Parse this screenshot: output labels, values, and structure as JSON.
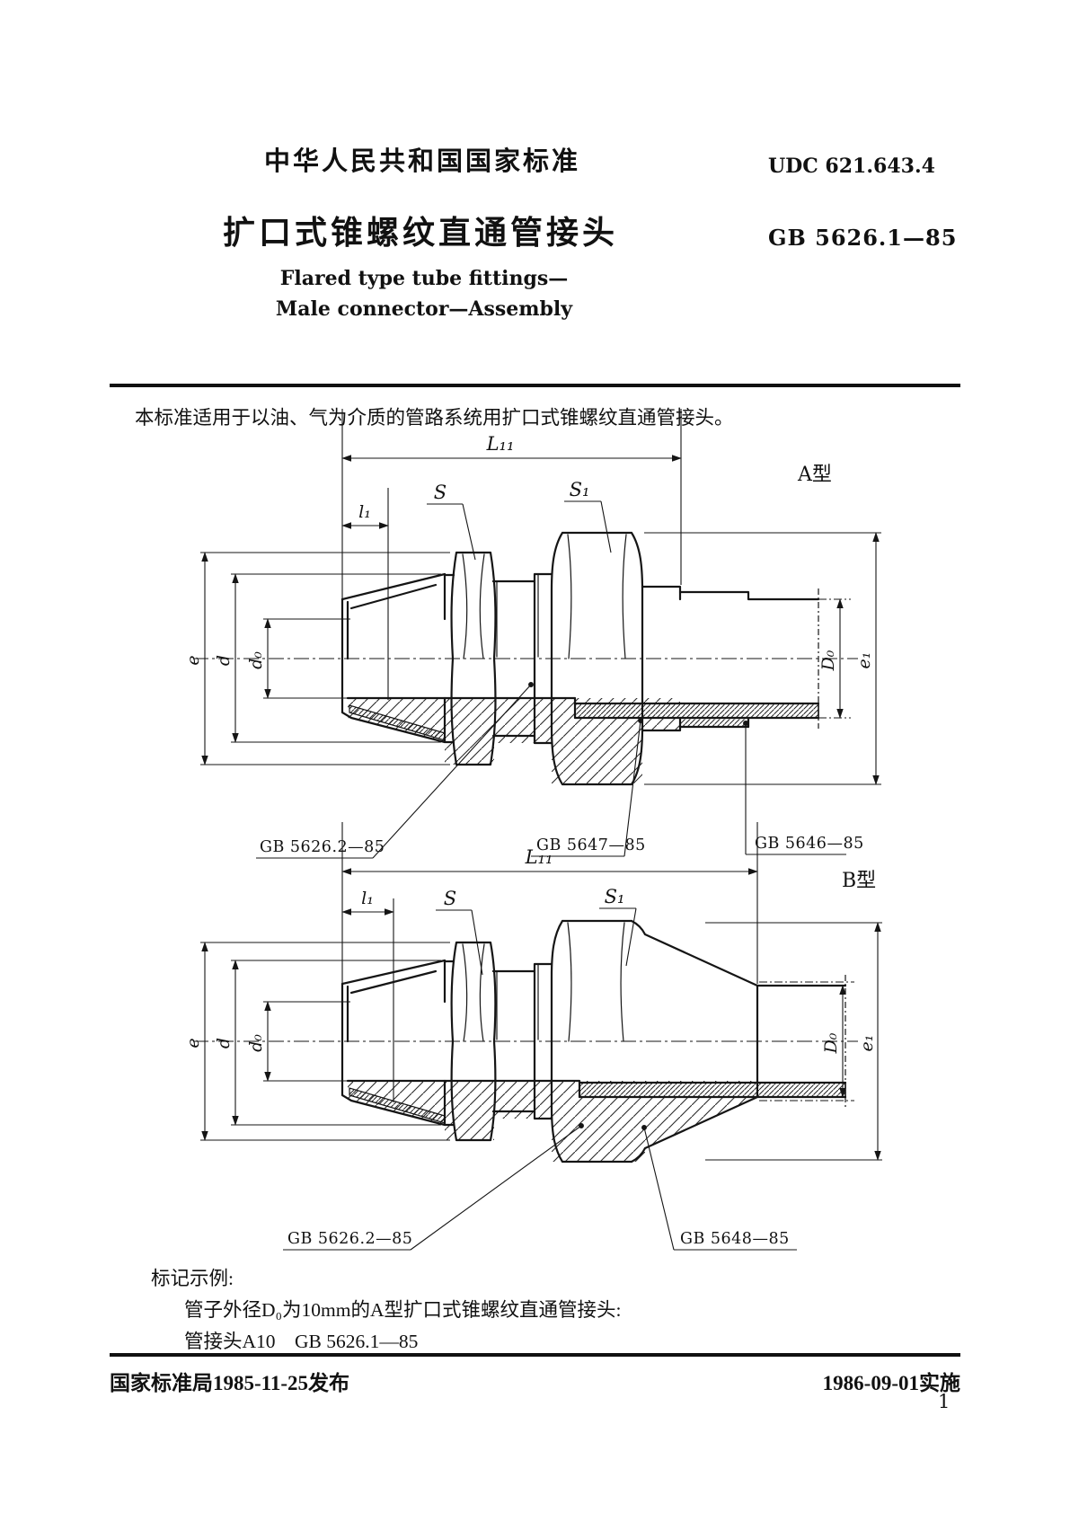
{
  "header": {
    "national_title": "中华人民共和国国家标准",
    "udc": "UDC  621.643.4",
    "title_zh": "扩口式锥螺纹直通管接头",
    "standard_code": "GB 5626.1—85",
    "title_en_line1": "Flared type tube fittings—",
    "title_en_line2": "Male connector—Assembly"
  },
  "scope_text": "本标准适用于以油、气为介质的管路系统用扩口式锥螺纹直通管接头。",
  "dim_labels": {
    "l_total": "L₁₁",
    "l1": "l₁",
    "s": "S",
    "s1": "S₁",
    "e": "e",
    "d": "d",
    "d0": "d₀",
    "tube_d": "D₀",
    "e1": "e₁"
  },
  "figure_a": {
    "type_label": "A型",
    "part_labels": [
      "GB 5626.2—85",
      "GB 5647—85",
      "GB 5646—85"
    ]
  },
  "figure_b": {
    "type_label": "B型",
    "part_labels": [
      "GB 5626.2—85",
      "GB 5648—85"
    ]
  },
  "marking_example": {
    "heading": "标记示例:",
    "line1": "管子外径D₀为10mm的A型扩口式锥螺纹直通管接头:",
    "line2": "管接头A10　GB 5626.1—85"
  },
  "footer": {
    "issued": "国家标准局1985-11-25发布",
    "implemented": "1986-09-01实施",
    "page_number": "1"
  }
}
